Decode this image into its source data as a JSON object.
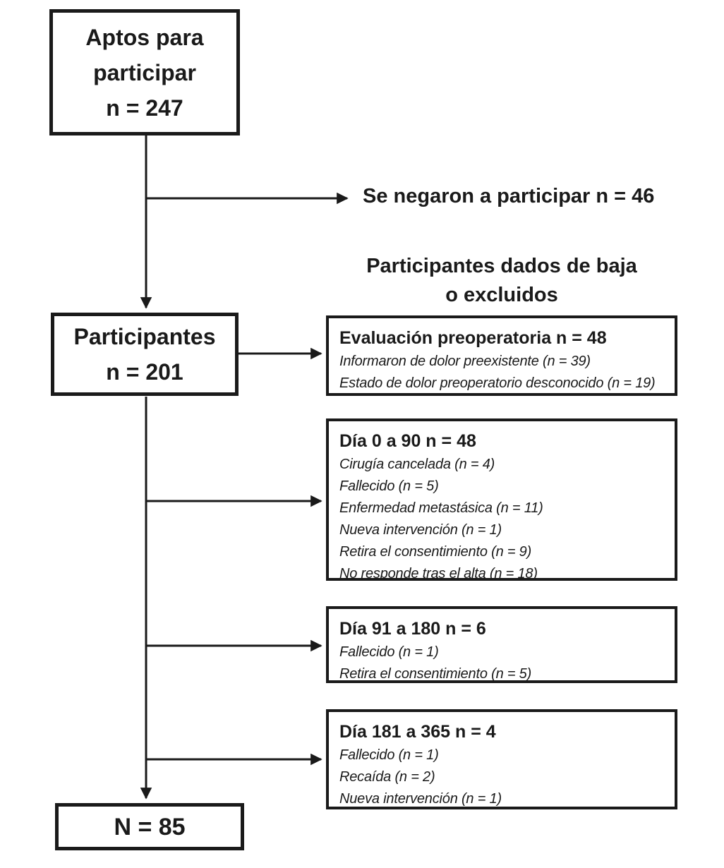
{
  "diagram": {
    "eligible_box": {
      "line1": "Aptos para",
      "line2": "participar",
      "count": "n = 247"
    },
    "refused_label": "Se negaron a participar n = 46",
    "withdrawn_heading": {
      "line1": "Participantes dados de baja",
      "line2": "o excluidos"
    },
    "participants_box": {
      "title": "Participantes",
      "count": "n = 201"
    },
    "exclusion_boxes": [
      {
        "title": "Evaluación preoperatoria n = 48",
        "items": [
          "Informaron de dolor preexistente (n = 39)",
          "Estado de dolor preoperatorio desconocido (n = 19)"
        ]
      },
      {
        "title": "Día 0 a 90 n = 48",
        "items": [
          "Cirugía cancelada (n = 4)",
          "Fallecido (n = 5)",
          "Enfermedad metastásica (n = 11)",
          "Nueva intervención (n = 1)",
          "Retira el consentimiento (n = 9)",
          "No responde tras el alta (n = 18)"
        ]
      },
      {
        "title": "Día 91 a 180 n = 6",
        "items": [
          "Fallecido (n = 1)",
          "Retira el consentimiento (n = 5)"
        ]
      },
      {
        "title": "Día 181 a 365 n = 4",
        "items": [
          "Fallecido (n = 1)",
          "Recaída (n = 2)",
          "Nueva intervención (n = 1)"
        ]
      }
    ],
    "final_box": {
      "count": "N = 85"
    },
    "colors": {
      "ink": "#1a1a1a",
      "background": "#ffffff"
    }
  }
}
